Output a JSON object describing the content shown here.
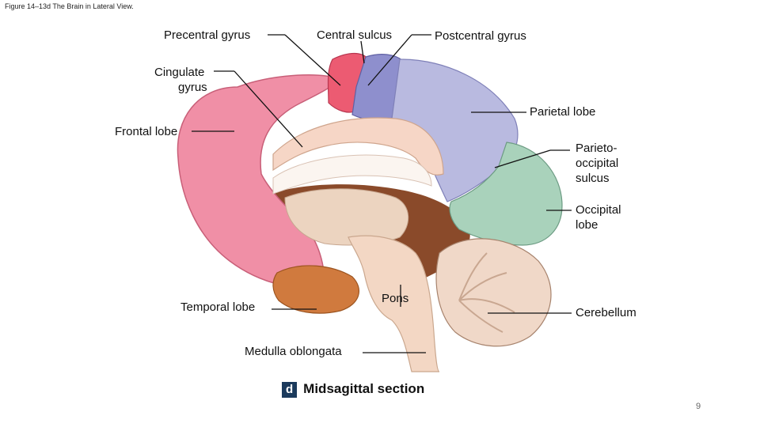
{
  "caption": "Figure 14–13d The Brain in Lateral View.",
  "labels": {
    "precentral_gyrus": "Precentral gyrus",
    "central_sulcus": "Central sulcus",
    "postcentral_gyrus": "Postcentral gyrus",
    "cingulate_line1": "Cingulate",
    "cingulate_line2": "gyrus",
    "parietal_lobe": "Parietal lobe",
    "frontal_lobe": "Frontal lobe",
    "parieto_line1": "Parieto-",
    "parieto_line2": "occipital",
    "parieto_line3": "sulcus",
    "occipital_line1": "Occipital",
    "occipital_line2": "lobe",
    "temporal_lobe": "Temporal lobe",
    "pons": "Pons",
    "cerebellum": "Cerebellum",
    "medulla_oblongata": "Medulla oblongata"
  },
  "subtitle": {
    "badge": "d",
    "text": "Midsagittal section"
  },
  "page_number": "9",
  "colors": {
    "frontal": "#f08fa6",
    "precentral": "#ec5b72",
    "postcentral": "#8e8fcd",
    "parietal": "#b9bae0",
    "occipital": "#a9d2bb",
    "cingulate": "#f6d6c6",
    "temporal": "#d07a3e",
    "brainstem": "#f3d7c4",
    "cerebellum": "#f0d8c8",
    "deep": "#8a4a2a"
  }
}
